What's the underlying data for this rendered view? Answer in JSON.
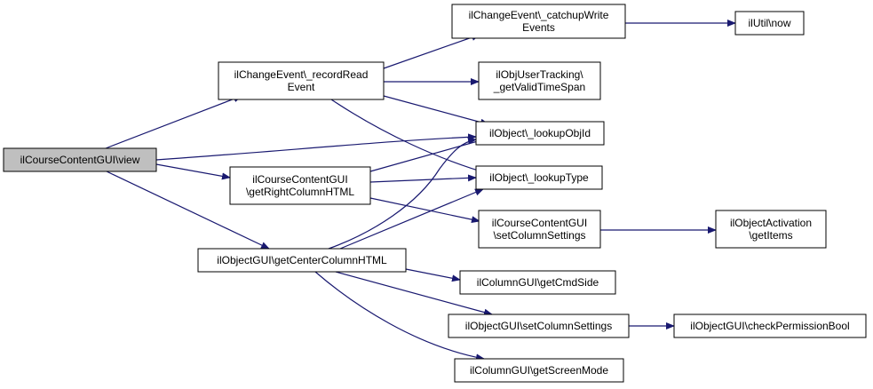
{
  "graph": {
    "colors": {
      "edge": "#191970",
      "node_fill": "#ffffff",
      "root_fill": "#bfbfbf",
      "border": "#000000"
    },
    "nodes": [
      {
        "id": "view",
        "lines": [
          "ilCourseContentGUI\\view"
        ],
        "root": true
      },
      {
        "id": "recordRead",
        "lines": [
          "ilChangeEvent\\_recordRead",
          "Event"
        ]
      },
      {
        "id": "rightCol",
        "lines": [
          "ilCourseContentGUI",
          "\\getRightColumnHTML"
        ]
      },
      {
        "id": "centerCol",
        "lines": [
          "ilObjectGUI\\getCenterColumnHTML"
        ]
      },
      {
        "id": "catchup",
        "lines": [
          "ilChangeEvent\\_catchupWrite",
          "Events"
        ]
      },
      {
        "id": "validTime",
        "lines": [
          "ilObjUserTracking\\",
          "_getValidTimeSpan"
        ]
      },
      {
        "id": "lookupId",
        "lines": [
          "ilObject\\_lookupObjId"
        ]
      },
      {
        "id": "lookupType",
        "lines": [
          "ilObject\\_lookupType"
        ]
      },
      {
        "id": "ccSetCols",
        "lines": [
          "ilCourseContentGUI",
          "\\setColumnSettings"
        ]
      },
      {
        "id": "cmdSide",
        "lines": [
          "ilColumnGUI\\getCmdSide"
        ]
      },
      {
        "id": "ogSetCols",
        "lines": [
          "ilObjectGUI\\setColumnSettings"
        ]
      },
      {
        "id": "screenMode",
        "lines": [
          "ilColumnGUI\\getScreenMode"
        ]
      },
      {
        "id": "now",
        "lines": [
          "ilUtil\\now"
        ]
      },
      {
        "id": "activation",
        "lines": [
          "ilObjectActivation",
          "\\getItems"
        ]
      },
      {
        "id": "permBool",
        "lines": [
          "ilObjectGUI\\checkPermissionBool"
        ]
      }
    ],
    "edges": [
      [
        "view",
        "recordRead"
      ],
      [
        "view",
        "lookupId"
      ],
      [
        "view",
        "rightCol"
      ],
      [
        "view",
        "centerCol"
      ],
      [
        "recordRead",
        "catchup"
      ],
      [
        "recordRead",
        "validTime"
      ],
      [
        "recordRead",
        "lookupId"
      ],
      [
        "recordRead",
        "lookupType"
      ],
      [
        "catchup",
        "now"
      ],
      [
        "rightCol",
        "lookupId"
      ],
      [
        "rightCol",
        "lookupType"
      ],
      [
        "rightCol",
        "ccSetCols"
      ],
      [
        "ccSetCols",
        "activation"
      ],
      [
        "centerCol",
        "lookupId"
      ],
      [
        "centerCol",
        "lookupType"
      ],
      [
        "centerCol",
        "cmdSide"
      ],
      [
        "centerCol",
        "ogSetCols"
      ],
      [
        "centerCol",
        "screenMode"
      ],
      [
        "ogSetCols",
        "permBool"
      ]
    ]
  }
}
